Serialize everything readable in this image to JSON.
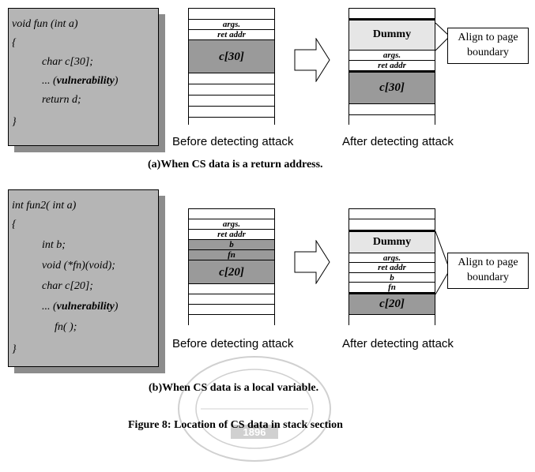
{
  "panel_a": {
    "code_lines": [
      {
        "text": "void fun (int a)"
      },
      {
        "text": "{"
      },
      {
        "text": "char c[30];"
      },
      {
        "pre": "... (",
        "bold": "vulnerability",
        "post": ")"
      },
      {
        "text": "return d;"
      },
      {
        "text": "}"
      }
    ],
    "before_stack": [
      "args.",
      "ret addr",
      "c[30]"
    ],
    "after_stack": [
      "Dummy",
      "args.",
      "ret addr",
      "c[30]"
    ],
    "note_line1": "Align to page",
    "note_line2": "boundary",
    "before_label": "Before detecting attack",
    "after_label": "After detecting attack",
    "caption": "(a)When CS data is a return address."
  },
  "panel_b": {
    "code_lines": [
      {
        "text": "int fun2( int a)"
      },
      {
        "text": "{"
      },
      {
        "text": "int b;"
      },
      {
        "text": "void (*fn)(void);"
      },
      {
        "text": "char c[20];"
      },
      {
        "pre": "... (",
        "bold": "vulnerability",
        "post": ")"
      },
      {
        "text": "fn( );"
      },
      {
        "text": "}"
      }
    ],
    "before_stack": [
      "args.",
      "ret addr",
      "b",
      "fn",
      "c[20]"
    ],
    "after_stack": [
      "Dummy",
      "args.",
      "ret addr",
      "b",
      "fn",
      "c[20]"
    ],
    "note_line1": "Align to page",
    "note_line2": "boundary",
    "before_label": "Before detecting attack",
    "after_label": "After detecting attack",
    "caption": "(b)When CS data is a local variable."
  },
  "figure_caption": "Figure 8: Location of CS data in stack section",
  "watermark_year": "1896"
}
